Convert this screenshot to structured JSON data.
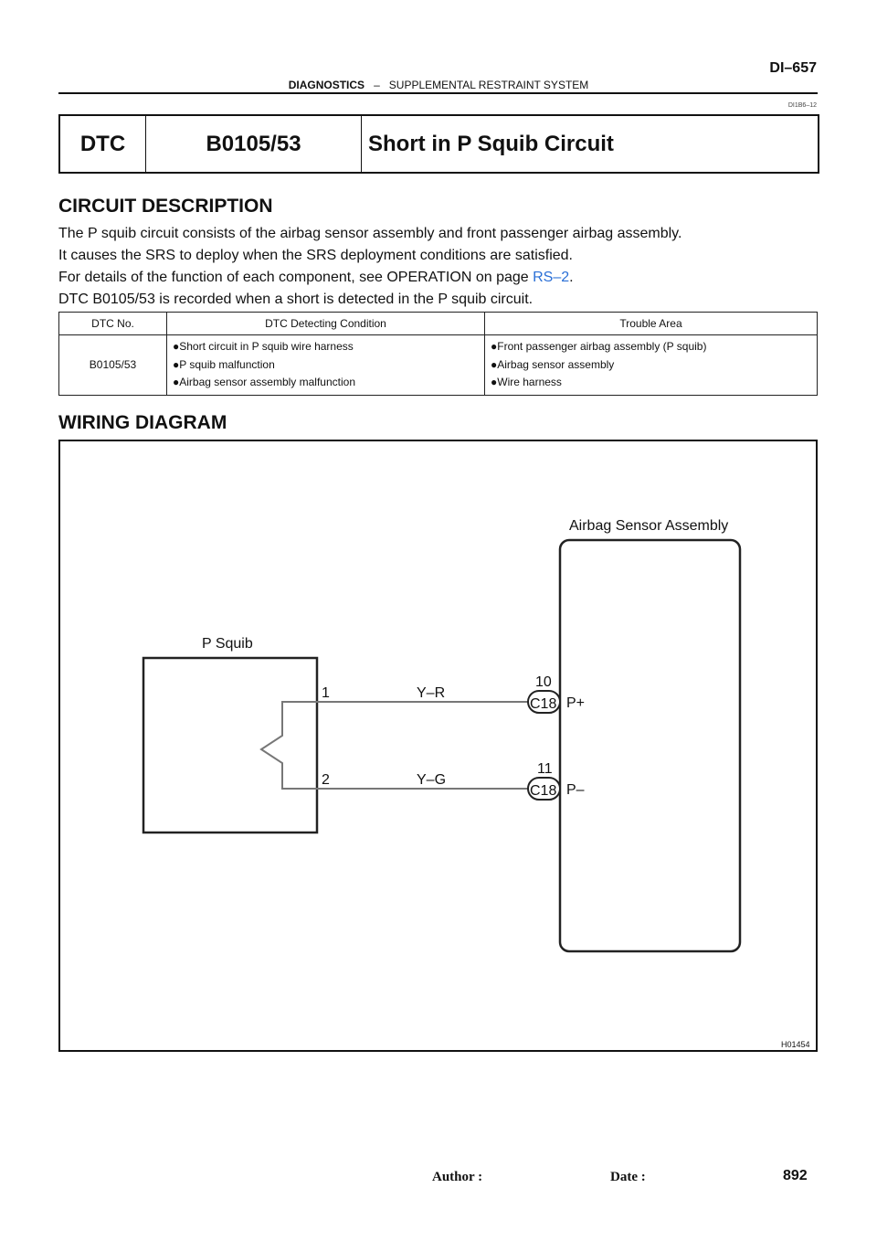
{
  "header": {
    "page_code": "DI–657",
    "section": "DIAGNOSTICS",
    "separator": "–",
    "subsection": "SUPPLEMENTAL RESTRAINT SYSTEM",
    "doc_id": "DI1B6–12"
  },
  "dtc": {
    "label": "DTC",
    "code": "B0105/53",
    "title": "Short in P Squib Circuit"
  },
  "circuit": {
    "heading": "CIRCUIT DESCRIPTION",
    "lines": [
      "The P squib circuit consists of the airbag sensor assembly and front passenger airbag assembly.",
      "It causes the SRS to deploy when the SRS deployment conditions are satisfied."
    ],
    "line3_prefix": "For details of the function of each component, see OPERATION on page ",
    "line3_link": "RS–2",
    "line3_suffix": ".",
    "line4": "DTC B0105/53 is recorded when a short is detected in the P squib circuit."
  },
  "table": {
    "headers": [
      "DTC No.",
      "DTC Detecting Condition",
      "Trouble Area"
    ],
    "dtc_no": "B0105/53",
    "conditions": [
      "●Short circuit in P squib wire harness",
      "●P squib malfunction",
      "●Airbag sensor assembly malfunction"
    ],
    "areas": [
      "●Front passenger airbag assembly (P squib)",
      "●Airbag sensor assembly",
      "●Wire harness"
    ]
  },
  "wiring": {
    "heading": "WIRING DIAGRAM",
    "sensor_label": "Airbag Sensor Assembly",
    "squib_label": "P Squib",
    "pin1": "1",
    "pin2": "2",
    "wire1": "Y–R",
    "wire2": "Y–G",
    "conn_pin1": "10",
    "conn_pin2": "11",
    "connector": "C18",
    "term1": "P+",
    "term2": "P–",
    "figure_id": "H01454"
  },
  "footer": {
    "author": "Author :",
    "date": "Date :",
    "page": "892"
  }
}
